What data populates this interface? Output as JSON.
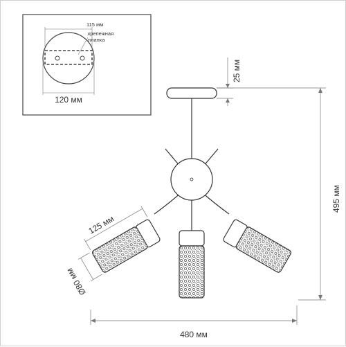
{
  "inset": {
    "plate_width": "115 мм",
    "plate_label_line1": "крепежная",
    "plate_label_line2": "планка",
    "base_diameter": "120 мм"
  },
  "dimensions": {
    "rod_height": "25 мм",
    "total_height": "495 мм",
    "total_width": "480 мм",
    "shade_length": "125 мм",
    "shade_diameter": "Ø80 мм"
  },
  "colors": {
    "line": "#333333",
    "dim_line": "#777777",
    "frame": "#444444"
  }
}
